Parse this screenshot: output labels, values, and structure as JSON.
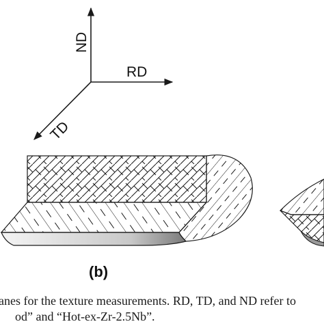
{
  "axes": {
    "nd_label": "ND",
    "rd_label": "RD",
    "td_label": "TD"
  },
  "panel": {
    "label": "(b)"
  },
  "caption": {
    "line1": "anes for the texture measurements. RD, TD, and ND refer to",
    "line2": "od” and “Hot-ex-Zr-2.5Nb”."
  },
  "colors": {
    "line": "#1a1a1a",
    "shade_light": "#f2f2f2",
    "shade_dark": "#7a7a7a"
  }
}
